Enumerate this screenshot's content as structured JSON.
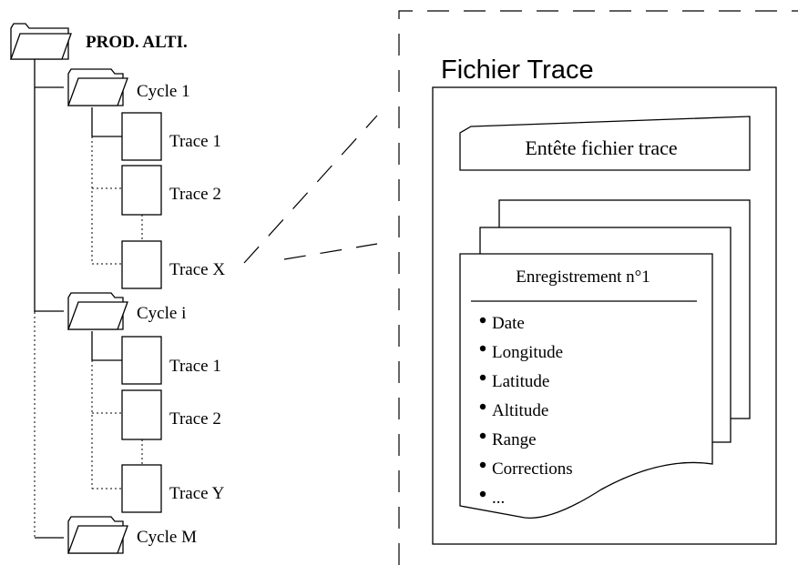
{
  "tree": {
    "root_label": "PROD. ALTI.",
    "cycles": [
      {
        "label": "Cycle 1",
        "traces": [
          "Trace 1",
          "Trace 2",
          "Trace X"
        ]
      },
      {
        "label": "Cycle i",
        "traces": [
          "Trace 1",
          "Trace 2",
          "Trace Y"
        ]
      },
      {
        "label": "Cycle M",
        "traces": []
      }
    ]
  },
  "file_panel": {
    "title": "Fichier Trace",
    "header_label": "Entête fichier trace",
    "record_title": "Enregistrement n°1",
    "fields": [
      "Date",
      "Longitude",
      "Latitude",
      "Altitude",
      "Range",
      "Corrections",
      "..."
    ]
  },
  "icons": {
    "root": "folder-icon",
    "cycle": "folder-icon",
    "trace": "document-icon",
    "bullet": "bullet-icon"
  }
}
